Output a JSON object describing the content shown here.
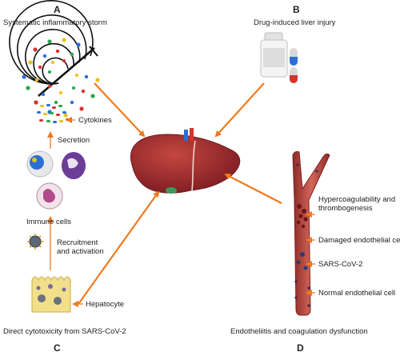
{
  "panels": {
    "a": {
      "letter": "A",
      "title": "Systematic inflammatory storm"
    },
    "b": {
      "letter": "B",
      "title": "Drug-induced liver injury"
    },
    "c": {
      "letter": "C",
      "title": "Direct cytotoxicity from SARS-CoV-2"
    },
    "d": {
      "letter": "D",
      "title": "Endotheliitis and coagulation dysfunction"
    }
  },
  "labels": {
    "cytokines": "Cytokines",
    "secretion": "Secretion",
    "immune_cells": "Immune cells",
    "recruitment_line1": "Recruitment",
    "recruitment_line2": "and activation",
    "hepatocyte": "Hepatocyte",
    "hyper_line1": "Hypercoagulability and",
    "hyper_line2": "thrombogenesis",
    "damaged_endothelial": "Damaged endothelial cell",
    "sars": "SARS-CoV-2",
    "normal_endothelial": "Normal endothelial cell"
  },
  "colors": {
    "arrow": "#f07a1e",
    "liver": "#a0282d",
    "vessel": "#b8463f"
  }
}
